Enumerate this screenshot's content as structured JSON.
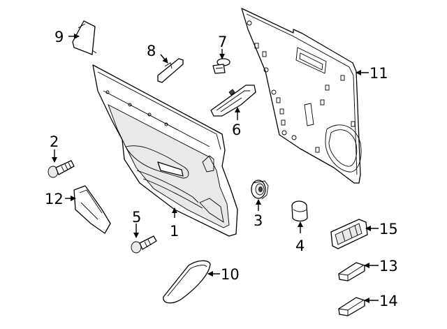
{
  "callouts": [
    {
      "id": "1",
      "text": "1"
    },
    {
      "id": "2",
      "text": "2"
    },
    {
      "id": "3",
      "text": "3"
    },
    {
      "id": "4",
      "text": "4"
    },
    {
      "id": "5",
      "text": "5"
    },
    {
      "id": "6",
      "text": "6"
    },
    {
      "id": "7",
      "text": "7"
    },
    {
      "id": "8",
      "text": "8"
    },
    {
      "id": "9",
      "text": "9"
    },
    {
      "id": "10",
      "text": "10"
    },
    {
      "id": "11",
      "text": "11"
    },
    {
      "id": "12",
      "text": "12"
    },
    {
      "id": "13",
      "text": "13"
    },
    {
      "id": "14",
      "text": "14"
    },
    {
      "id": "15",
      "text": "15"
    }
  ],
  "colors": {
    "line": "#000000",
    "background": "#ffffff",
    "shade": "#e9e9e9"
  }
}
